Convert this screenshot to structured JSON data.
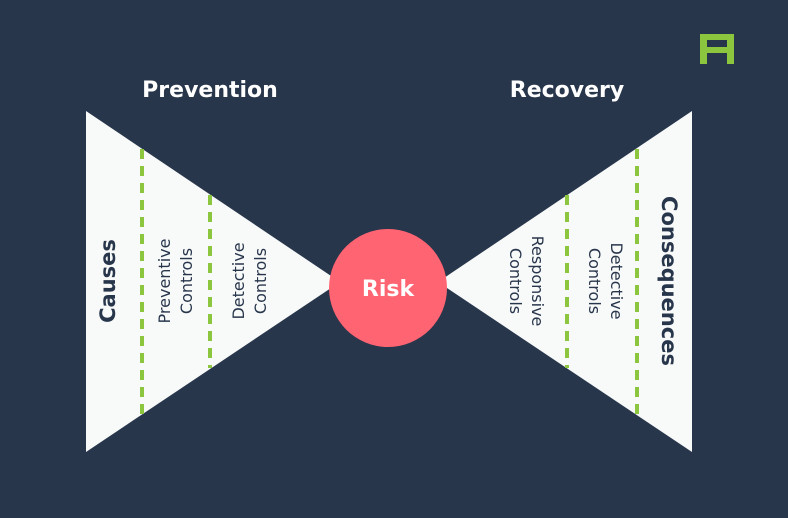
{
  "colors": {
    "background": "#28364c",
    "wing": "#f8f9f9",
    "divider": "#8cc63f",
    "risk": "#ff6472",
    "text_dark": "#28364c",
    "text_light": "#ffffff"
  },
  "logo": {
    "icon": "brand-logo-icon",
    "color": "#8cc63f"
  },
  "headings": {
    "prevention": "Prevention",
    "recovery": "Recovery"
  },
  "center": {
    "label": "Risk"
  },
  "left": {
    "main": "Causes",
    "preventive_line1": "Preventive",
    "preventive_line2": "Controls",
    "detective_line1": "Detective",
    "detective_line2": "Controls"
  },
  "right": {
    "main": "Consequences",
    "responsive_line1": "Responsive",
    "responsive_line2": "Controls",
    "detective_line1": "Detective",
    "detective_line2": "Controls"
  }
}
